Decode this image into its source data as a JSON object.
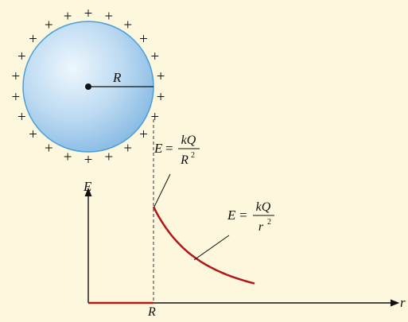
{
  "labels": {
    "sphere_radius": "R",
    "axis_y": "E",
    "axis_x": "r",
    "tick_R": "R",
    "plus": "+"
  },
  "eq_surface": {
    "lhs": "E",
    "equals": "=",
    "num": "kQ",
    "den_base": "R",
    "den_exp": "2"
  },
  "eq_outside": {
    "lhs": "E",
    "equals": "=",
    "num": "kQ",
    "den_base": "r",
    "den_exp": "2"
  },
  "colors": {
    "background": "#fdf7dd",
    "sphere_fill_light": "#e9f4fc",
    "sphere_fill_dark": "#8fbfe6",
    "sphere_edge": "#4a9fd8",
    "curve": "#b01818",
    "axis": "#111111"
  },
  "chart_data": {
    "type": "line",
    "title": "",
    "xlabel": "r",
    "ylabel": "E",
    "x_ticks": [
      "R"
    ],
    "series": [
      {
        "segment": "inside",
        "description_points": [
          [
            0,
            0
          ],
          [
            1,
            0
          ]
        ]
      },
      {
        "segment": "outside",
        "points": [
          [
            1,
            1.0
          ],
          [
            1.25,
            0.64
          ],
          [
            1.5,
            0.44
          ],
          [
            1.75,
            0.33
          ],
          [
            2.0,
            0.25
          ]
        ]
      }
    ]
  }
}
